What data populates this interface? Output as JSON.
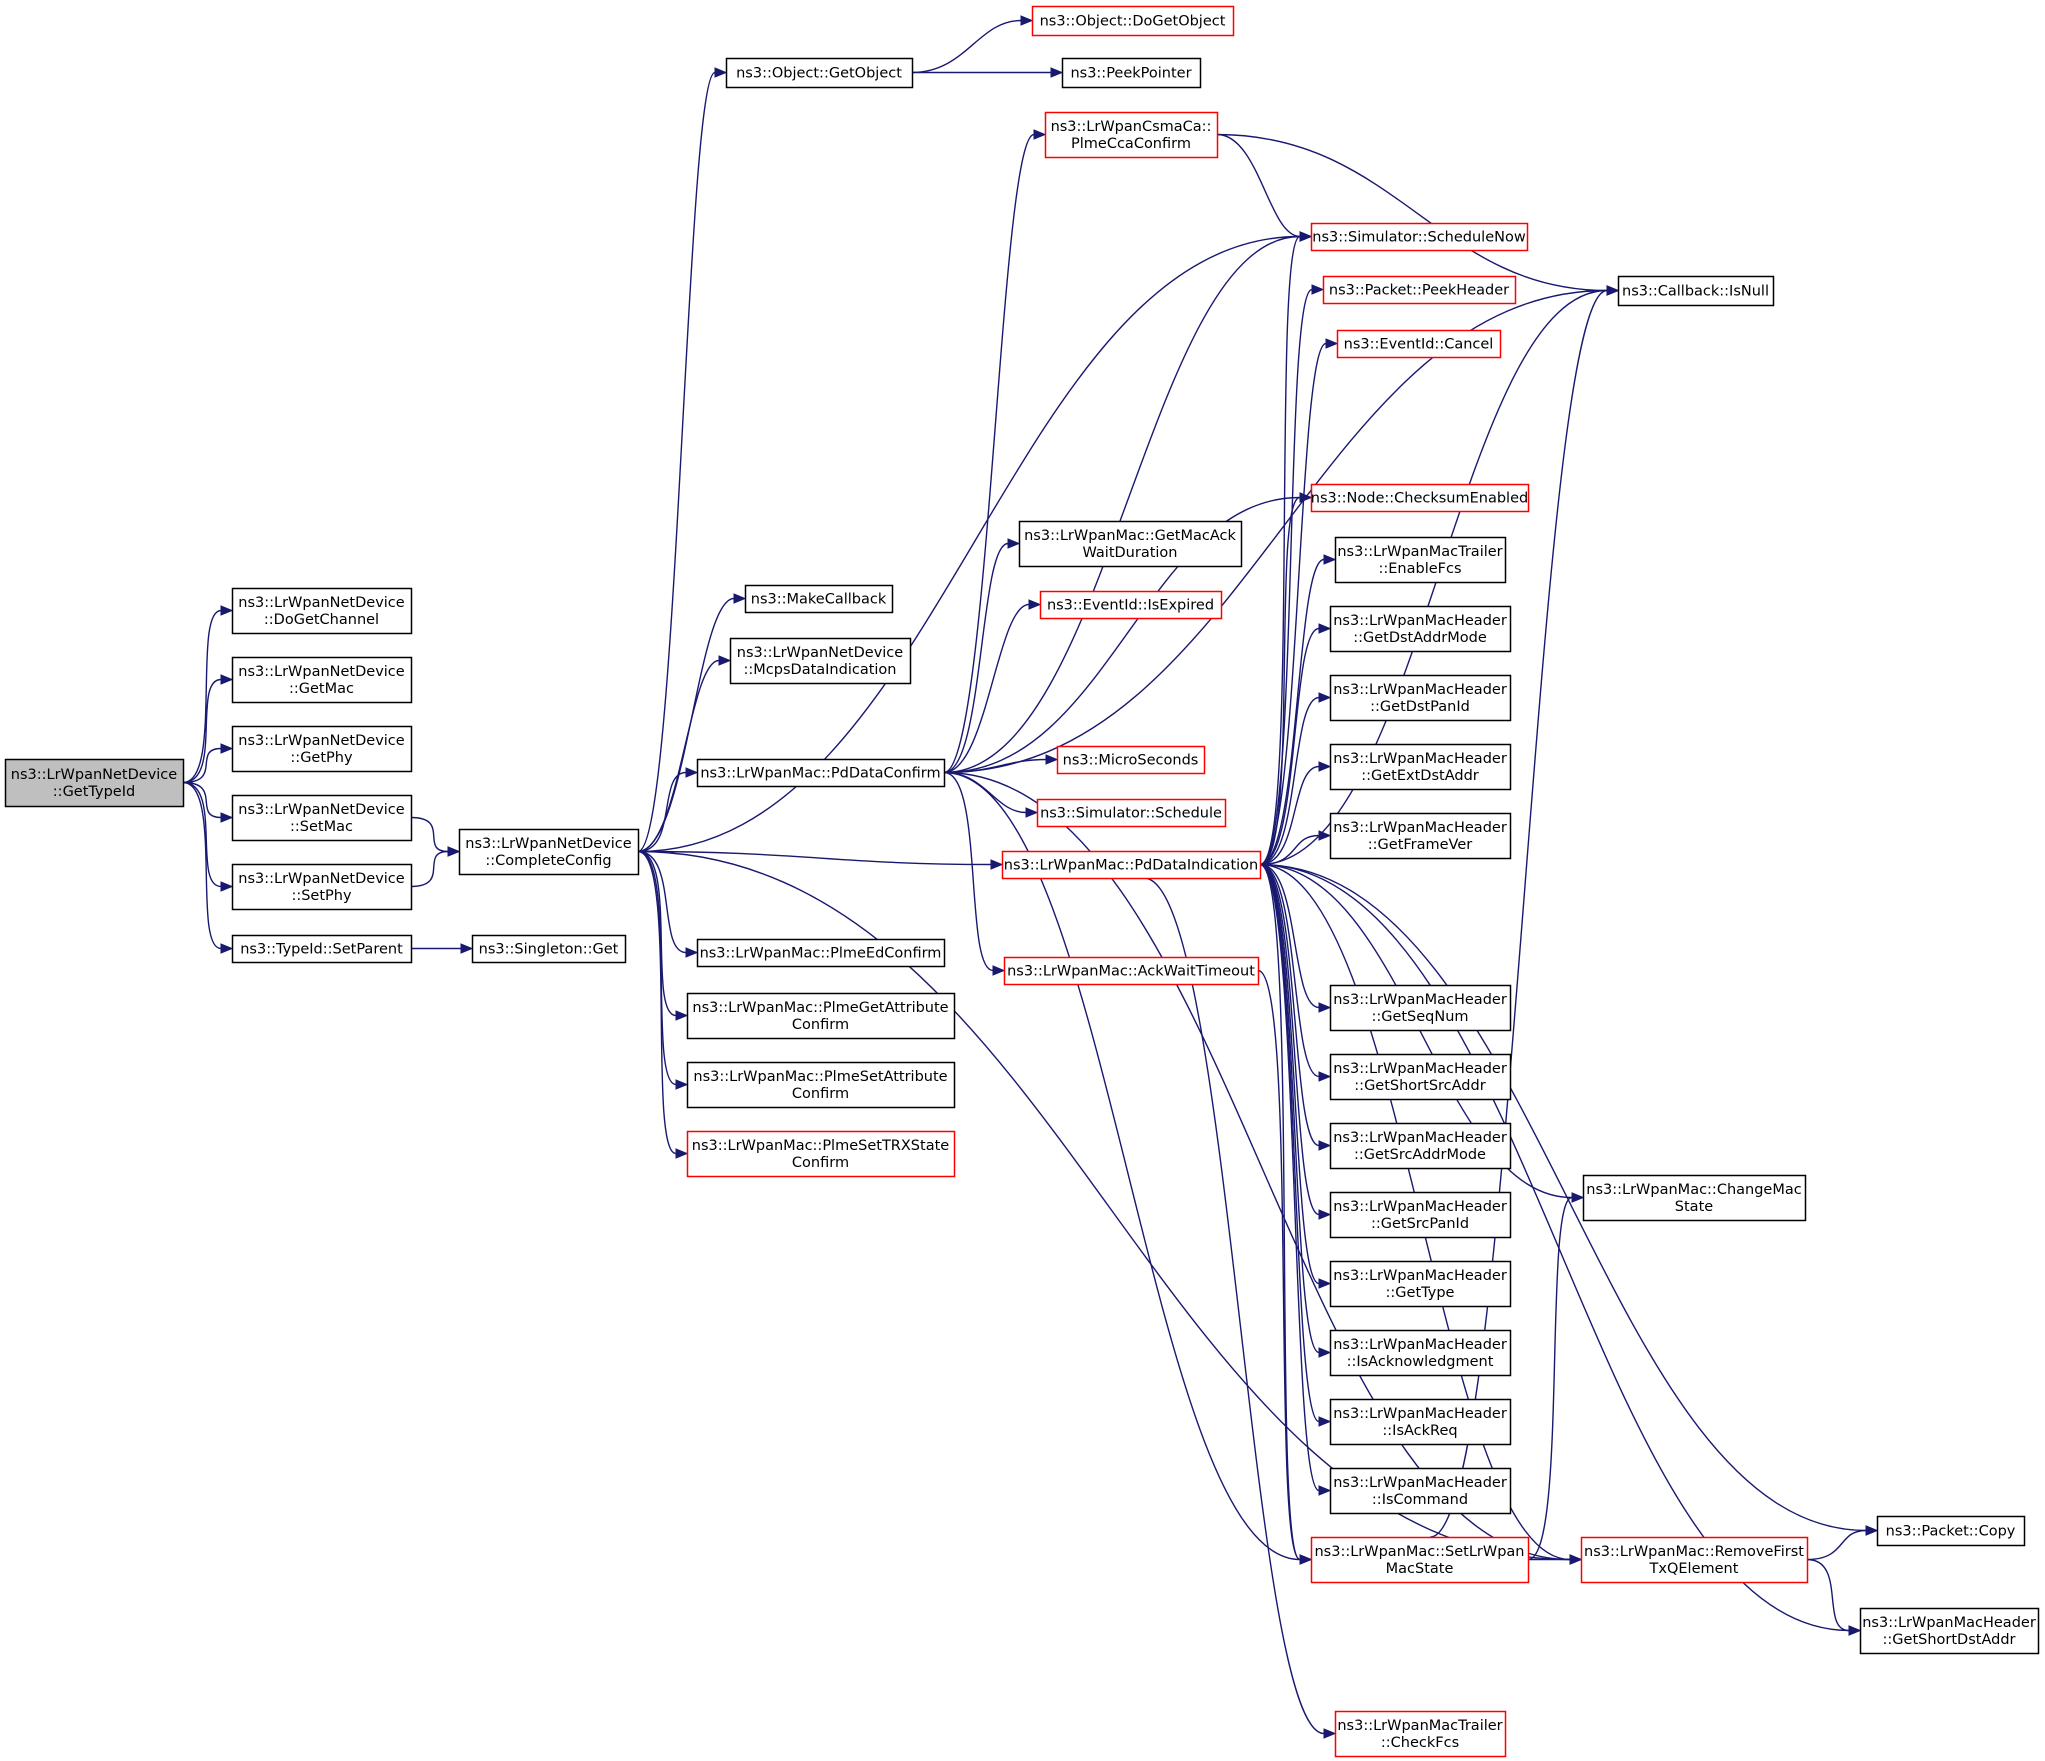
{
  "diagram": {
    "type": "call-graph",
    "colors": {
      "edge": "#191970",
      "node_border_default": "#000000",
      "node_border_partial": "#ff0000",
      "node_fill": "#ffffff",
      "root_fill": "#bfbfbf"
    },
    "nodes": [
      {
        "id": "root",
        "lines": [
          "ns3::LrWpanNetDevice",
          "::GetTypeId"
        ],
        "style": "root"
      },
      {
        "id": "doGetChannel",
        "lines": [
          "ns3::LrWpanNetDevice",
          "::DoGetChannel"
        ],
        "style": "default"
      },
      {
        "id": "getMac",
        "lines": [
          "ns3::LrWpanNetDevice",
          "::GetMac"
        ],
        "style": "default"
      },
      {
        "id": "getPhy",
        "lines": [
          "ns3::LrWpanNetDevice",
          "::GetPhy"
        ],
        "style": "default"
      },
      {
        "id": "setMac",
        "lines": [
          "ns3::LrWpanNetDevice",
          "::SetMac"
        ],
        "style": "default"
      },
      {
        "id": "setPhy",
        "lines": [
          "ns3::LrWpanNetDevice",
          "::SetPhy"
        ],
        "style": "default"
      },
      {
        "id": "setParent",
        "lines": [
          "ns3::TypeId::SetParent"
        ],
        "style": "default"
      },
      {
        "id": "completeConfig",
        "lines": [
          "ns3::LrWpanNetDevice",
          "::CompleteConfig"
        ],
        "style": "default"
      },
      {
        "id": "singletonGet",
        "lines": [
          "ns3::Singleton::Get"
        ],
        "style": "default"
      },
      {
        "id": "getObject",
        "lines": [
          "ns3::Object::GetObject"
        ],
        "style": "default"
      },
      {
        "id": "doGetObject",
        "lines": [
          "ns3::Object::DoGetObject"
        ],
        "style": "partial"
      },
      {
        "id": "peekPointer",
        "lines": [
          "ns3::PeekPointer"
        ],
        "style": "default"
      },
      {
        "id": "makeCallback",
        "lines": [
          "ns3::MakeCallback"
        ],
        "style": "default"
      },
      {
        "id": "mcpsDataInd",
        "lines": [
          "ns3::LrWpanNetDevice",
          "::McpsDataIndication"
        ],
        "style": "default"
      },
      {
        "id": "pdDataConfirm",
        "lines": [
          "ns3::LrWpanMac::PdDataConfirm"
        ],
        "style": "default"
      },
      {
        "id": "plmeEdConfirm",
        "lines": [
          "ns3::LrWpanMac::PlmeEdConfirm"
        ],
        "style": "default"
      },
      {
        "id": "plmeGetAttr",
        "lines": [
          "ns3::LrWpanMac::PlmeGetAttribute",
          "Confirm"
        ],
        "style": "default"
      },
      {
        "id": "plmeSetAttr",
        "lines": [
          "ns3::LrWpanMac::PlmeSetAttribute",
          "Confirm"
        ],
        "style": "default"
      },
      {
        "id": "plmeSetTrx",
        "lines": [
          "ns3::LrWpanMac::PlmeSetTRXState",
          "Confirm"
        ],
        "style": "partial"
      },
      {
        "id": "plmeCcaConfirm",
        "lines": [
          "ns3::LrWpanCsmaCa::",
          "PlmeCcaConfirm"
        ],
        "style": "partial"
      },
      {
        "id": "getMacAckWait",
        "lines": [
          "ns3::LrWpanMac::GetMacAck",
          "WaitDuration"
        ],
        "style": "default"
      },
      {
        "id": "isExpired",
        "lines": [
          "ns3::EventId::IsExpired"
        ],
        "style": "partial"
      },
      {
        "id": "microSeconds",
        "lines": [
          "ns3::MicroSeconds"
        ],
        "style": "partial"
      },
      {
        "id": "simSchedule",
        "lines": [
          "ns3::Simulator::Schedule"
        ],
        "style": "partial"
      },
      {
        "id": "pdDataInd",
        "lines": [
          "ns3::LrWpanMac::PdDataIndication"
        ],
        "style": "partial"
      },
      {
        "id": "ackWaitTimeout",
        "lines": [
          "ns3::LrWpanMac::AckWaitTimeout"
        ],
        "style": "partial"
      },
      {
        "id": "scheduleNow",
        "lines": [
          "ns3::Simulator::ScheduleNow"
        ],
        "style": "partial"
      },
      {
        "id": "peekHeader",
        "lines": [
          "ns3::Packet::PeekHeader"
        ],
        "style": "partial"
      },
      {
        "id": "eventCancel",
        "lines": [
          "ns3::EventId::Cancel"
        ],
        "style": "partial"
      },
      {
        "id": "checksumEnabled",
        "lines": [
          "ns3::Node::ChecksumEnabled"
        ],
        "style": "partial"
      },
      {
        "id": "enableFcs",
        "lines": [
          "ns3::LrWpanMacTrailer",
          "::EnableFcs"
        ],
        "style": "default"
      },
      {
        "id": "getDstAddrMode",
        "lines": [
          "ns3::LrWpanMacHeader",
          "::GetDstAddrMode"
        ],
        "style": "default"
      },
      {
        "id": "getDstPanId",
        "lines": [
          "ns3::LrWpanMacHeader",
          "::GetDstPanId"
        ],
        "style": "default"
      },
      {
        "id": "getExtDstAddr",
        "lines": [
          "ns3::LrWpanMacHeader",
          "::GetExtDstAddr"
        ],
        "style": "default"
      },
      {
        "id": "getFrameVer",
        "lines": [
          "ns3::LrWpanMacHeader",
          "::GetFrameVer"
        ],
        "style": "default"
      },
      {
        "id": "getSeqNum",
        "lines": [
          "ns3::LrWpanMacHeader",
          "::GetSeqNum"
        ],
        "style": "default"
      },
      {
        "id": "getShortSrcAddr",
        "lines": [
          "ns3::LrWpanMacHeader",
          "::GetShortSrcAddr"
        ],
        "style": "default"
      },
      {
        "id": "getSrcAddrMode",
        "lines": [
          "ns3::LrWpanMacHeader",
          "::GetSrcAddrMode"
        ],
        "style": "default"
      },
      {
        "id": "getSrcPanId",
        "lines": [
          "ns3::LrWpanMacHeader",
          "::GetSrcPanId"
        ],
        "style": "default"
      },
      {
        "id": "getType",
        "lines": [
          "ns3::LrWpanMacHeader",
          "::GetType"
        ],
        "style": "default"
      },
      {
        "id": "isAck",
        "lines": [
          "ns3::LrWpanMacHeader",
          "::IsAcknowledgment"
        ],
        "style": "default"
      },
      {
        "id": "isAckReq",
        "lines": [
          "ns3::LrWpanMacHeader",
          "::IsAckReq"
        ],
        "style": "default"
      },
      {
        "id": "isCommand",
        "lines": [
          "ns3::LrWpanMacHeader",
          "::IsCommand"
        ],
        "style": "default"
      },
      {
        "id": "setMacState",
        "lines": [
          "ns3::LrWpanMac::SetLrWpan",
          "MacState"
        ],
        "style": "partial"
      },
      {
        "id": "checkFcs",
        "lines": [
          "ns3::LrWpanMacTrailer",
          "::CheckFcs"
        ],
        "style": "partial"
      },
      {
        "id": "callbackIsNull",
        "lines": [
          "ns3::Callback::IsNull"
        ],
        "style": "default"
      },
      {
        "id": "changeMacState",
        "lines": [
          "ns3::LrWpanMac::ChangeMac",
          "State"
        ],
        "style": "default"
      },
      {
        "id": "removeFirstTxQ",
        "lines": [
          "ns3::LrWpanMac::RemoveFirst",
          "TxQElement"
        ],
        "style": "partial"
      },
      {
        "id": "packetCopy",
        "lines": [
          "ns3::Packet::Copy"
        ],
        "style": "default"
      },
      {
        "id": "getShortDstAddr",
        "lines": [
          "ns3::LrWpanMacHeader",
          "::GetShortDstAddr"
        ],
        "style": "default"
      }
    ],
    "edges": [
      [
        "root",
        "doGetChannel"
      ],
      [
        "root",
        "getMac"
      ],
      [
        "root",
        "getPhy"
      ],
      [
        "root",
        "setMac"
      ],
      [
        "root",
        "setPhy"
      ],
      [
        "root",
        "setParent"
      ],
      [
        "setMac",
        "completeConfig"
      ],
      [
        "setPhy",
        "completeConfig"
      ],
      [
        "setParent",
        "singletonGet"
      ],
      [
        "completeConfig",
        "getObject"
      ],
      [
        "completeConfig",
        "makeCallback"
      ],
      [
        "completeConfig",
        "mcpsDataInd"
      ],
      [
        "completeConfig",
        "pdDataConfirm"
      ],
      [
        "completeConfig",
        "pdDataInd"
      ],
      [
        "completeConfig",
        "plmeEdConfirm"
      ],
      [
        "completeConfig",
        "plmeGetAttr"
      ],
      [
        "completeConfig",
        "plmeSetAttr"
      ],
      [
        "completeConfig",
        "plmeSetTrx"
      ],
      [
        "completeConfig",
        "scheduleNow"
      ],
      [
        "completeConfig",
        "removeFirstTxQ"
      ],
      [
        "getObject",
        "doGetObject"
      ],
      [
        "getObject",
        "peekPointer"
      ],
      [
        "pdDataConfirm",
        "plmeCcaConfirm"
      ],
      [
        "pdDataConfirm",
        "getMacAckWait"
      ],
      [
        "pdDataConfirm",
        "isExpired"
      ],
      [
        "pdDataConfirm",
        "microSeconds"
      ],
      [
        "pdDataConfirm",
        "simSchedule"
      ],
      [
        "pdDataConfirm",
        "ackWaitTimeout"
      ],
      [
        "pdDataConfirm",
        "scheduleNow"
      ],
      [
        "pdDataConfirm",
        "checksumEnabled"
      ],
      [
        "pdDataConfirm",
        "callbackIsNull"
      ],
      [
        "pdDataConfirm",
        "setMacState"
      ],
      [
        "pdDataConfirm",
        "removeFirstTxQ"
      ],
      [
        "plmeCcaConfirm",
        "scheduleNow"
      ],
      [
        "plmeCcaConfirm",
        "callbackIsNull"
      ],
      [
        "ackWaitTimeout",
        "setMacState"
      ],
      [
        "pdDataInd",
        "scheduleNow"
      ],
      [
        "pdDataInd",
        "peekHeader"
      ],
      [
        "pdDataInd",
        "eventCancel"
      ],
      [
        "pdDataInd",
        "callbackIsNull"
      ],
      [
        "pdDataInd",
        "checksumEnabled"
      ],
      [
        "pdDataInd",
        "enableFcs"
      ],
      [
        "pdDataInd",
        "getDstAddrMode"
      ],
      [
        "pdDataInd",
        "getDstPanId"
      ],
      [
        "pdDataInd",
        "getExtDstAddr"
      ],
      [
        "pdDataInd",
        "getFrameVer"
      ],
      [
        "pdDataInd",
        "getSeqNum"
      ],
      [
        "pdDataInd",
        "getShortSrcAddr"
      ],
      [
        "pdDataInd",
        "getSrcAddrMode"
      ],
      [
        "pdDataInd",
        "getSrcPanId"
      ],
      [
        "pdDataInd",
        "getType"
      ],
      [
        "pdDataInd",
        "isAck"
      ],
      [
        "pdDataInd",
        "isAckReq"
      ],
      [
        "pdDataInd",
        "isCommand"
      ],
      [
        "pdDataInd",
        "setMacState"
      ],
      [
        "pdDataInd",
        "checkFcs"
      ],
      [
        "pdDataInd",
        "changeMacState"
      ],
      [
        "pdDataInd",
        "removeFirstTxQ"
      ],
      [
        "pdDataInd",
        "packetCopy"
      ],
      [
        "pdDataInd",
        "getShortDstAddr"
      ],
      [
        "setMacState",
        "callbackIsNull"
      ],
      [
        "setMacState",
        "changeMacState"
      ],
      [
        "setMacState",
        "removeFirstTxQ"
      ],
      [
        "removeFirstTxQ",
        "packetCopy"
      ],
      [
        "removeFirstTxQ",
        "getShortDstAddr"
      ]
    ]
  }
}
